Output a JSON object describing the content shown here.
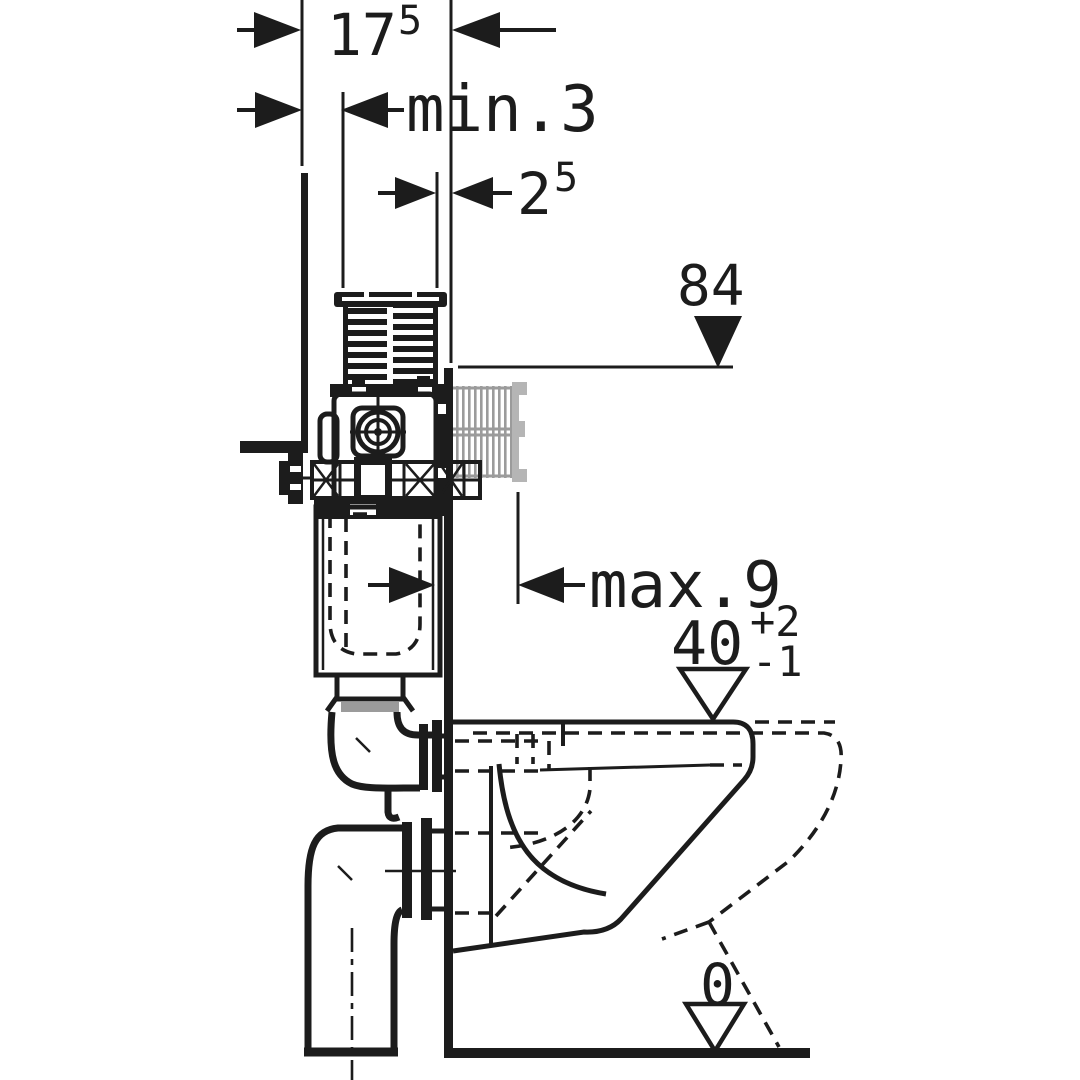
{
  "diagram": {
    "dimensions": {
      "wall_offset": {
        "main": "17",
        "sup": "5"
      },
      "min_clearance": {
        "text": "min.3"
      },
      "sleeve_gap": {
        "main": "2",
        "sup": "5"
      },
      "max_depth": {
        "text": "max.9"
      }
    },
    "levels": {
      "top": {
        "value": "84"
      },
      "seat": {
        "value": "40",
        "tol_plus": "+2",
        "tol_minus": "-1"
      },
      "floor": {
        "value": "0"
      }
    },
    "colors": {
      "line": "#1c1c1c",
      "sleeve_gray": "#9b9b9b",
      "flange_gray": "#b5b5b5",
      "background": "#ffffff"
    }
  }
}
